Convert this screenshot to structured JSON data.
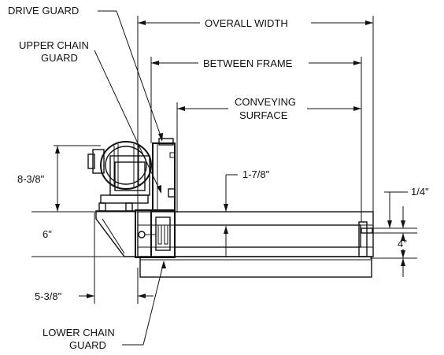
{
  "labels": {
    "drive_guard": "DRIVE GUARD",
    "upper_chain_guard_1": "UPPER CHAIN",
    "upper_chain_guard_2": "GUARD",
    "overall_width": "OVERALL WIDTH",
    "between_frame": "BETWEEN FRAME",
    "conveying_surface_1": "CONVEYING",
    "conveying_surface_2": "SURFACE",
    "height_8_3_8": "8-3/8\"",
    "dim_1_7_8": "1-7/8\"",
    "dim_1_4": "1/4\"",
    "dim_6": "6\"",
    "dim_4": "4\"",
    "dim_5_3_8": "5-3/8\"",
    "lower_chain_guard_1": "LOWER CHAIN",
    "lower_chain_guard_2": "GUARD"
  }
}
